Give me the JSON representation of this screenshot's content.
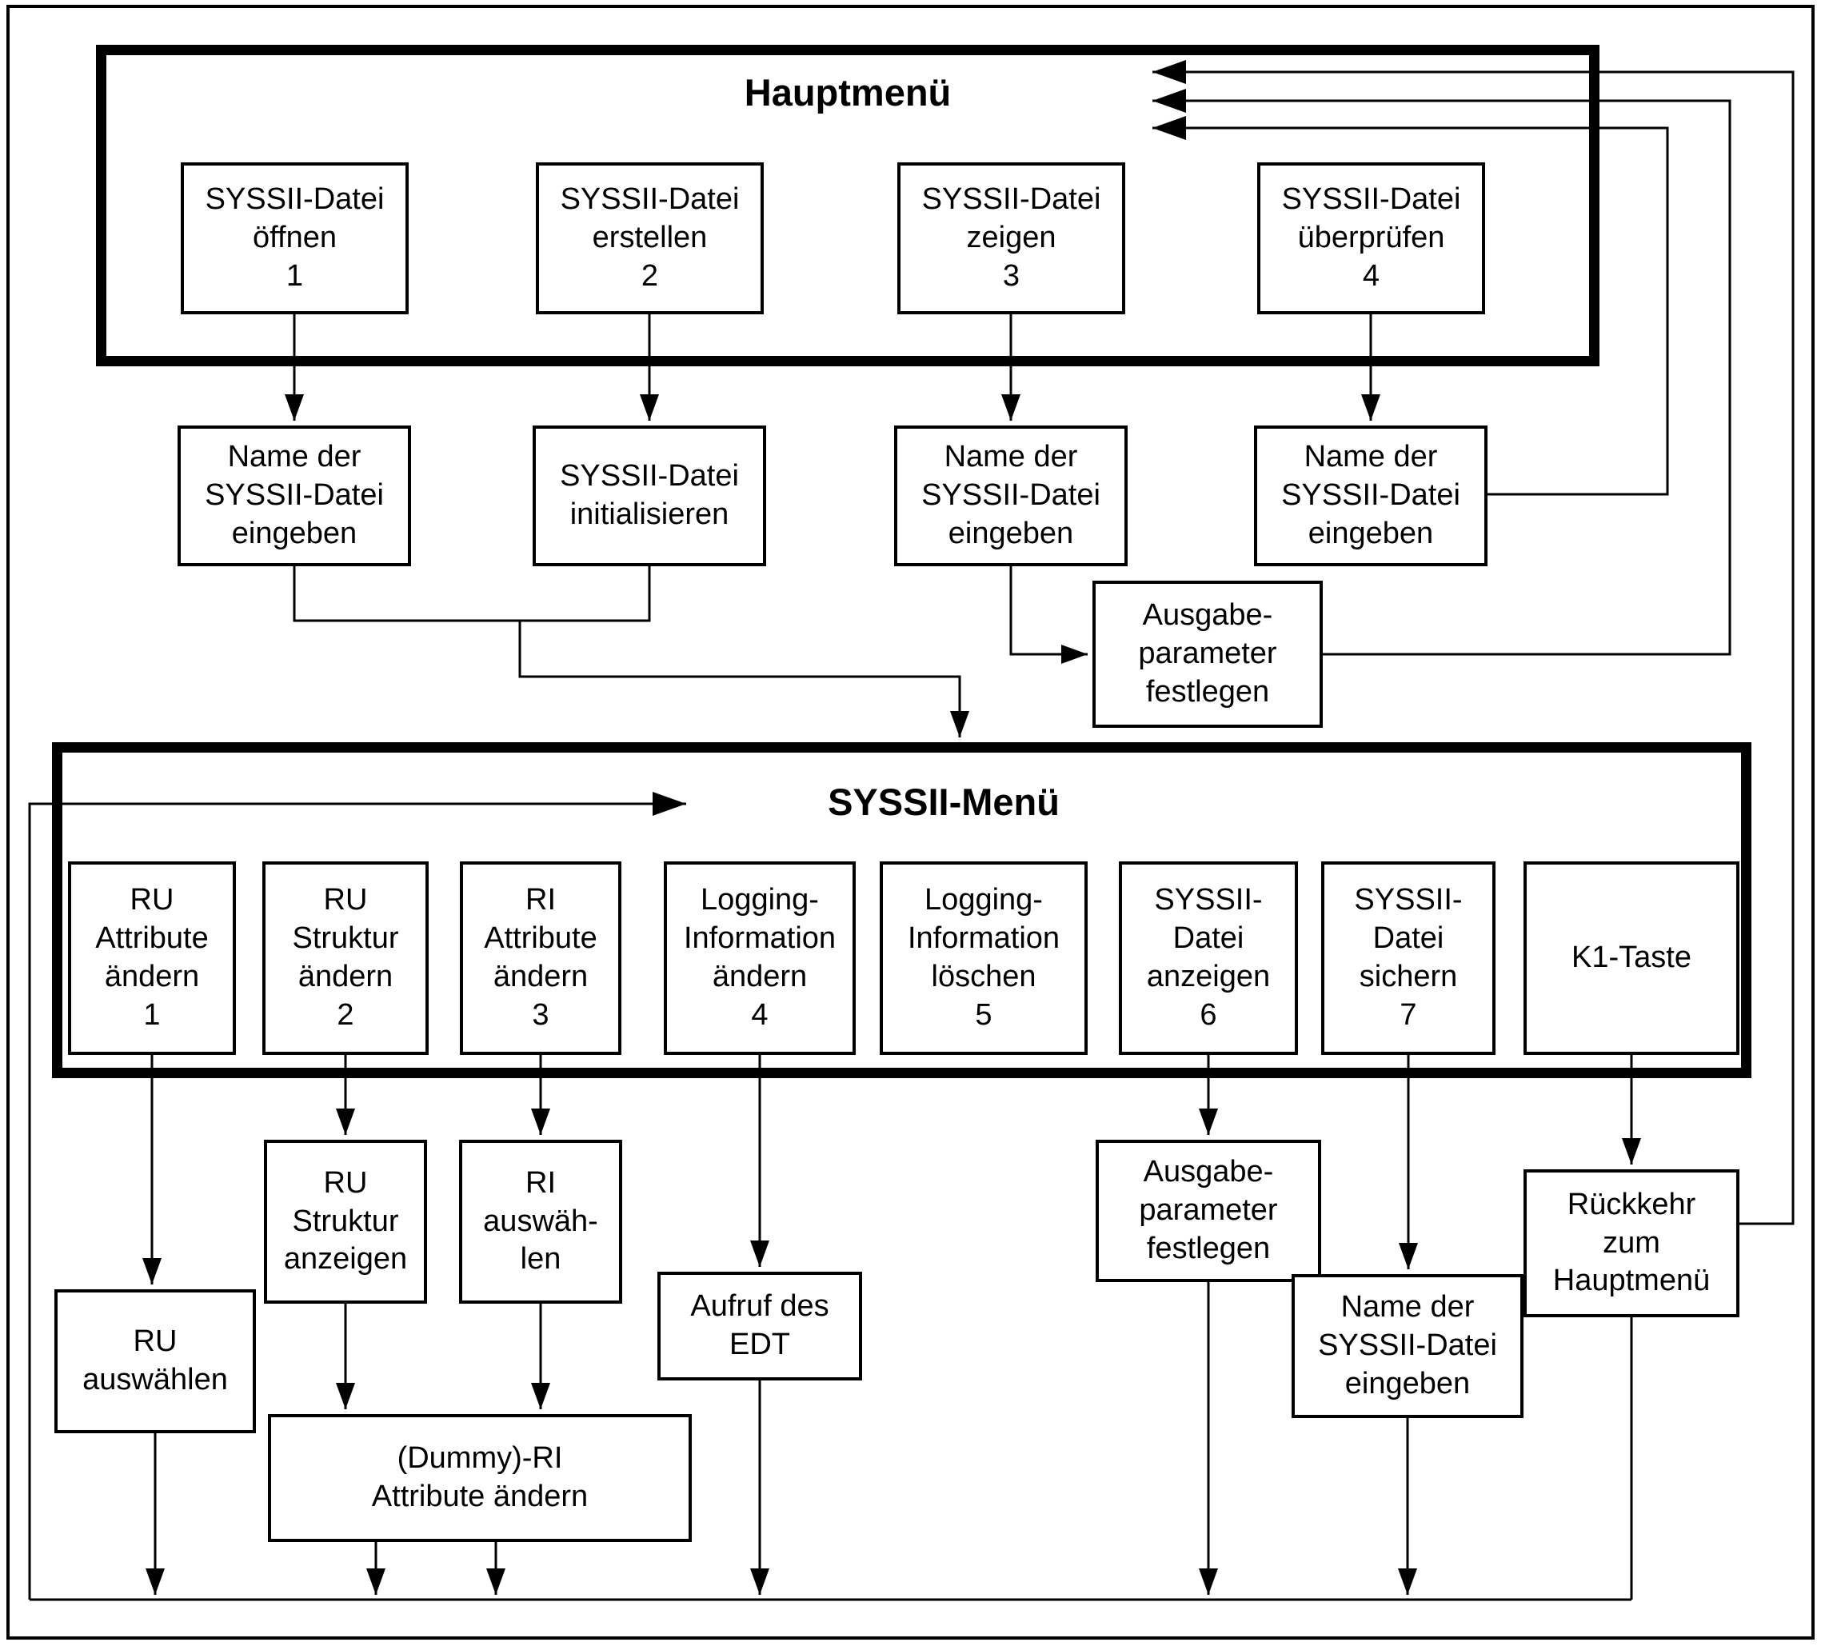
{
  "diagram": {
    "type": "flowchart",
    "background_color": "#ffffff",
    "line_color": "#000000"
  },
  "hauptmenu": {
    "title": "Hauptmenü",
    "items": [
      {
        "lines": [
          "SYSSII-Datei",
          "öffnen",
          "1"
        ]
      },
      {
        "lines": [
          "SYSSII-Datei",
          "erstellen",
          "2"
        ]
      },
      {
        "lines": [
          "SYSSII-Datei",
          "zeigen",
          "3"
        ]
      },
      {
        "lines": [
          "SYSSII-Datei",
          "überprüfen",
          "4"
        ]
      }
    ]
  },
  "mid": {
    "name_eingeben_1": {
      "lines": [
        "Name der",
        "SYSSII-Datei",
        "eingeben"
      ]
    },
    "initialisieren": {
      "lines": [
        "SYSSII-Datei",
        "initialisieren"
      ]
    },
    "name_eingeben_3": {
      "lines": [
        "Name der",
        "SYSSII-Datei",
        "eingeben"
      ]
    },
    "name_eingeben_4": {
      "lines": [
        "Name der",
        "SYSSII-Datei",
        "eingeben"
      ]
    },
    "ausgabe": {
      "lines": [
        "Ausgabe-",
        "parameter",
        "festlegen"
      ]
    }
  },
  "syssii": {
    "title": "SYSSII-Menü",
    "items": [
      {
        "lines": [
          "RU",
          "Attribute",
          "ändern",
          "1"
        ]
      },
      {
        "lines": [
          "RU",
          "Struktur",
          "ändern",
          "2"
        ]
      },
      {
        "lines": [
          "RI",
          "Attribute",
          "ändern",
          "3"
        ]
      },
      {
        "lines": [
          "Logging-",
          "Information",
          "ändern",
          "4"
        ]
      },
      {
        "lines": [
          "Logging-",
          "Information",
          "löschen",
          "5"
        ]
      },
      {
        "lines": [
          "SYSSII-",
          "Datei",
          "anzeigen",
          "6"
        ]
      },
      {
        "lines": [
          "SYSSII-",
          "Datei",
          "sichern",
          "7"
        ]
      },
      {
        "lines": [
          "K1-Taste"
        ]
      }
    ]
  },
  "lower": {
    "ru_auswaehlen": {
      "lines": [
        "RU",
        "auswählen"
      ]
    },
    "ru_struktur_anzeigen": {
      "lines": [
        "RU",
        "Struktur",
        "anzeigen"
      ]
    },
    "ri_auswaehlen": {
      "lines": [
        "RI",
        "auswäh-",
        "len"
      ]
    },
    "aufruf_edt": {
      "lines": [
        "Aufruf des",
        "EDT"
      ]
    },
    "dummy_ri": {
      "lines": [
        "(Dummy)-RI",
        "Attribute ändern"
      ]
    },
    "ausgabe": {
      "lines": [
        "Ausgabe-",
        "parameter",
        "festlegen"
      ]
    },
    "name_eingeben": {
      "lines": [
        "Name der",
        "SYSSII-Datei",
        "eingeben"
      ]
    },
    "rueckkehr": {
      "lines": [
        "Rückkehr",
        "zum",
        "Hauptmenü"
      ]
    }
  }
}
